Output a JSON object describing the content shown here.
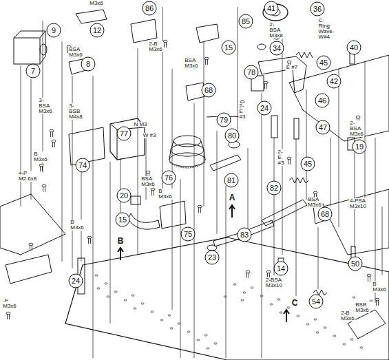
{
  "diagram": {
    "labels": [
      "M3x6",
      "9",
      "12",
      "86",
      "41",
      "36",
      "2-B M3x6",
      "2-BSA M3x8",
      "C-Ring Wave-W#4",
      "85",
      "15",
      "34",
      "40",
      "45",
      "BSA M3x6",
      "7",
      "8",
      "BSA M3x6",
      "78",
      "E #7",
      "42",
      "68",
      "46",
      "3-BSA M3x6",
      "3-BSB M4x8",
      "24",
      "2-E #3",
      "79",
      "47",
      "2-BSA M3x6",
      "N M3",
      "W #3",
      "77",
      "80",
      "19",
      "2-E #3",
      "B M3x6",
      "74",
      "45",
      "76",
      "4-P M2.6x8",
      "BSA M3x6",
      "81",
      "82",
      "B M3x6",
      "20",
      "A",
      "BSA M3x6",
      "4-PSA M3x10",
      "68",
      "15",
      "B M3x6",
      "75",
      "83",
      "B",
      "23",
      "50",
      "14",
      "24",
      "2-BSA M3x10",
      "B M3x6",
      "54",
      "C",
      "BSB M3x6",
      "2-B M3x6",
      "-F M3x6"
    ]
  }
}
